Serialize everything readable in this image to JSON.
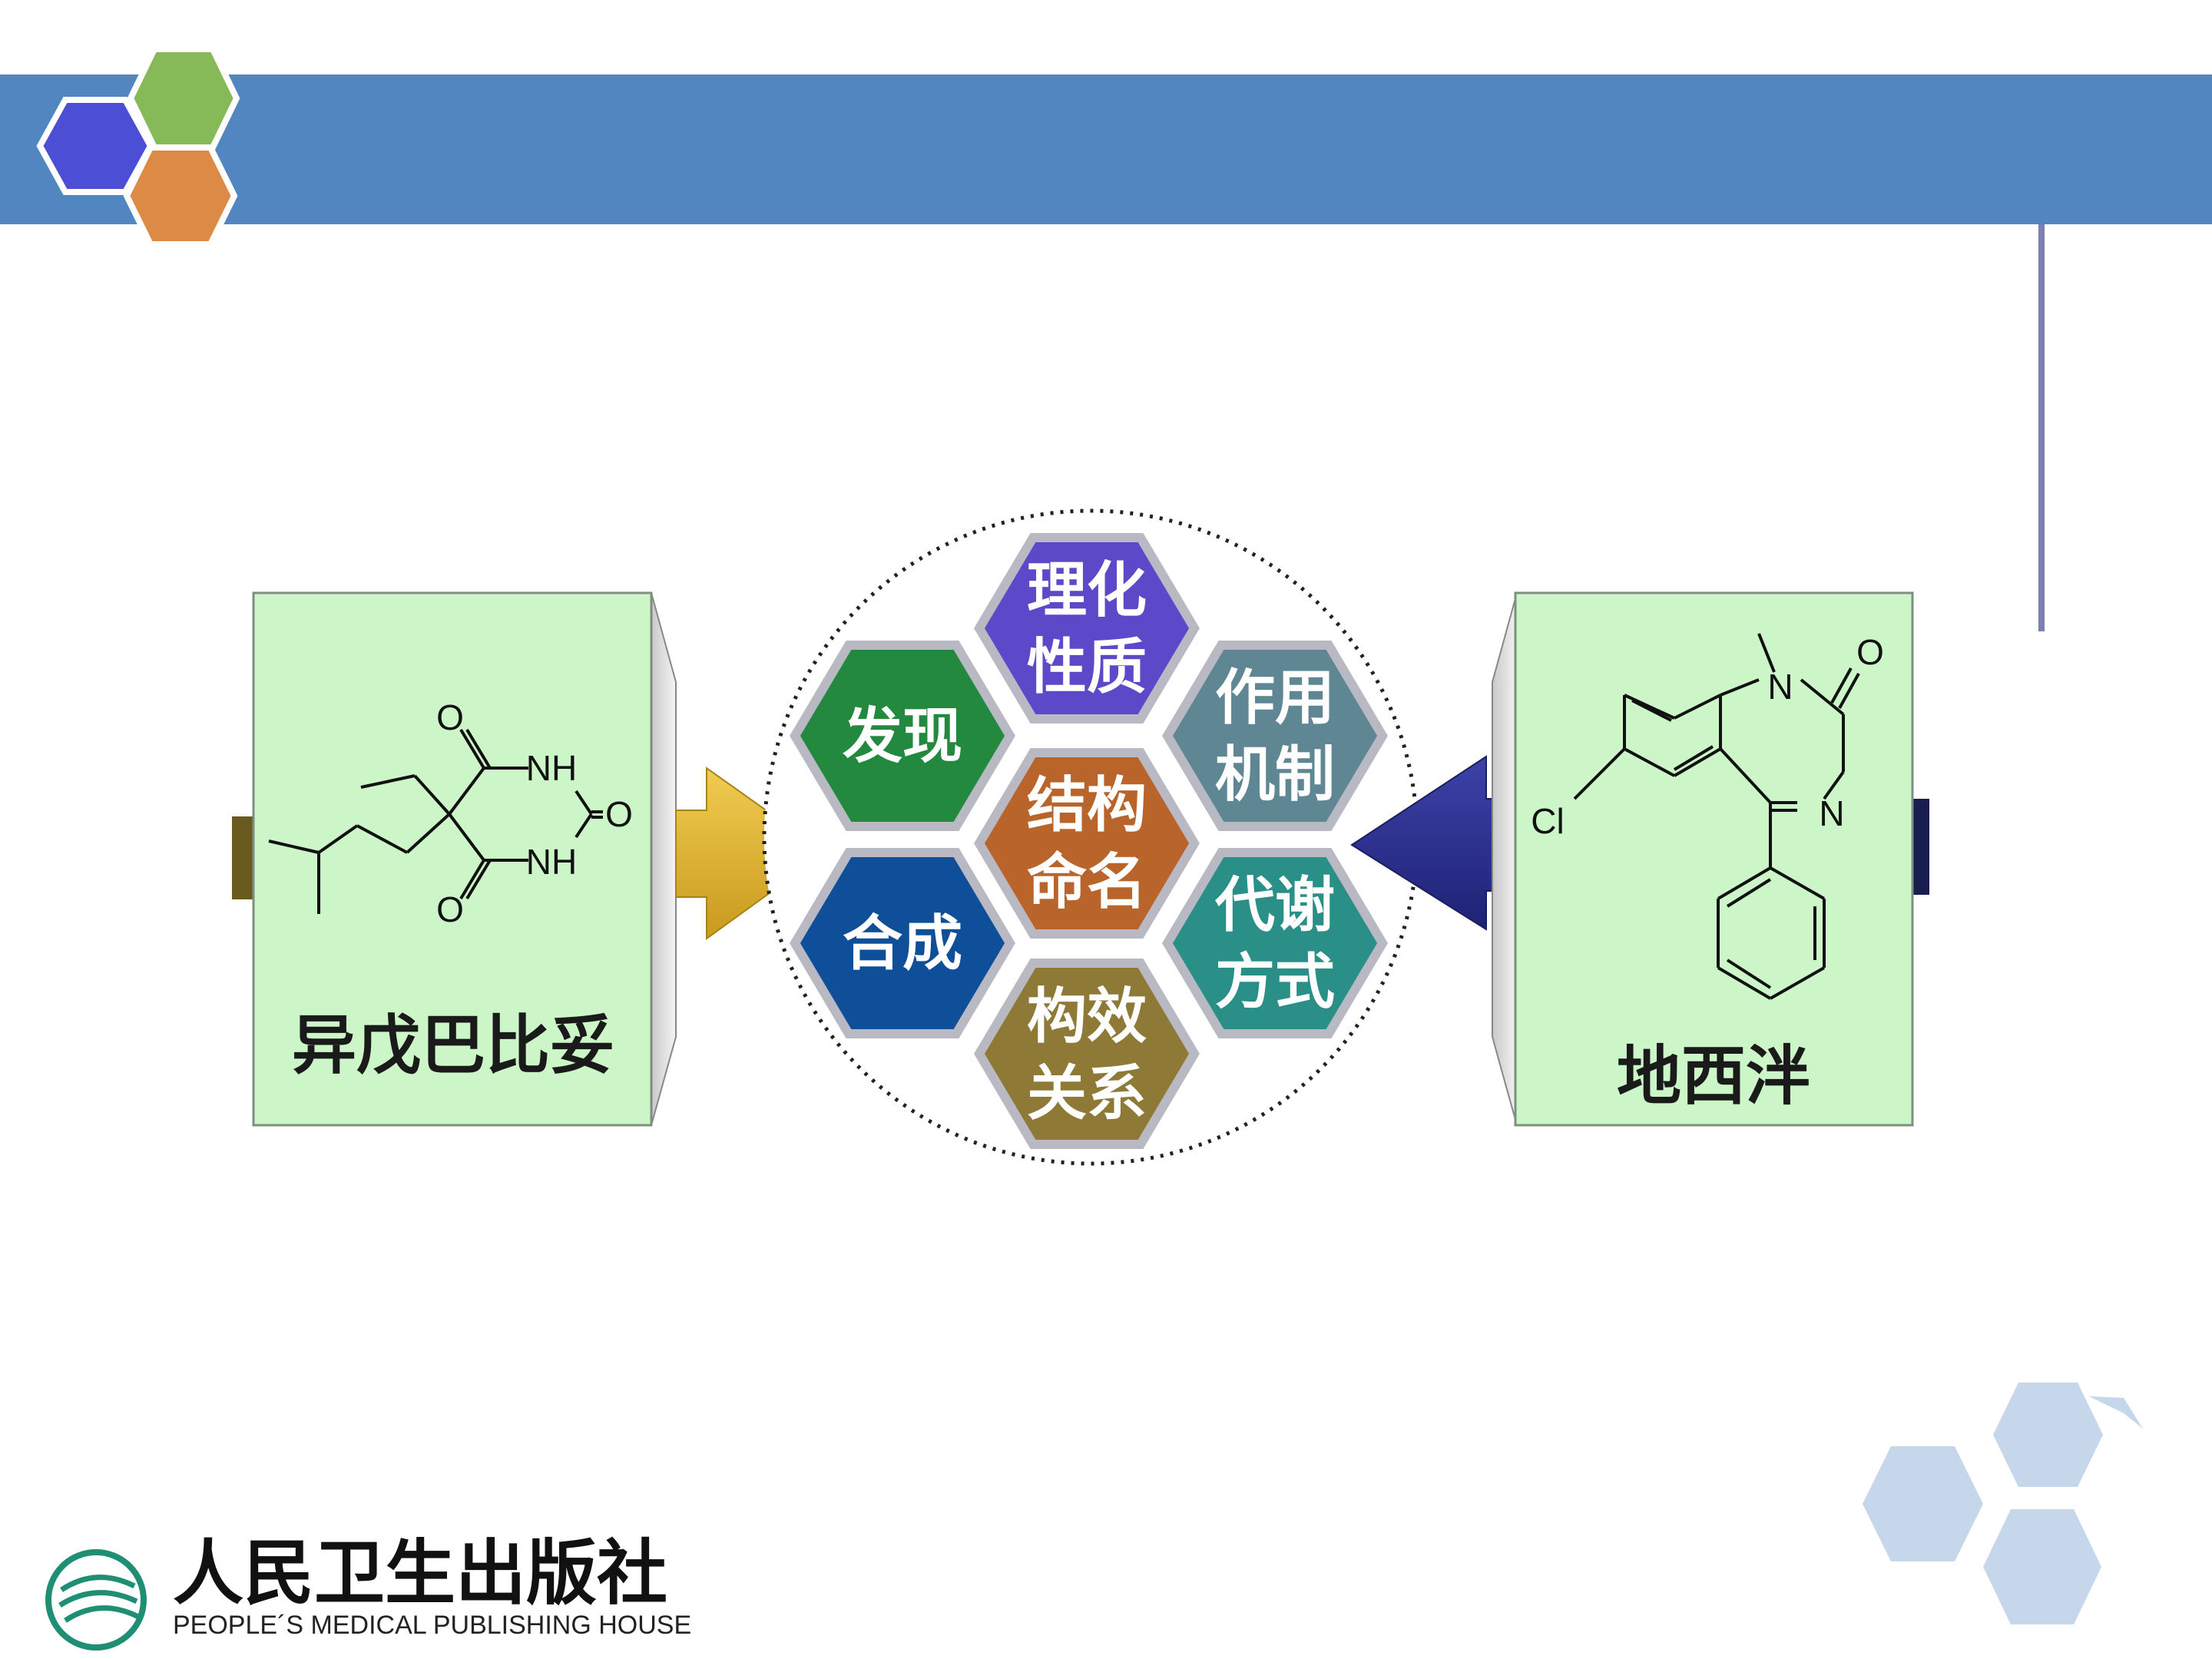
{
  "left_box": {
    "name": "异戊巴比妥",
    "atoms": [
      "O",
      "NH",
      "O",
      "NH",
      "O"
    ]
  },
  "right_box": {
    "name": "地西泮",
    "atoms": [
      "N",
      "O",
      "N",
      "Cl"
    ]
  },
  "hexagons": [
    {
      "label_line1": "理化",
      "label_line2": "性质",
      "color": "#5B49C9"
    },
    {
      "label_line1": "发现",
      "label_line2": "",
      "color": "#22893E"
    },
    {
      "label_line1": "作用",
      "label_line2": "机制",
      "color": "#5E8793"
    },
    {
      "label_line1": "结构",
      "label_line2": "命名",
      "color": "#B8642B"
    },
    {
      "label_line1": "合成",
      "label_line2": "",
      "color": "#0F4F9A"
    },
    {
      "label_line1": "代谢",
      "label_line2": "方式",
      "color": "#2A8F86"
    },
    {
      "label_line1": "构效",
      "label_line2": "关系",
      "color": "#8E7A36"
    }
  ],
  "publisher": {
    "name_cn": "人民卫生出版社",
    "name_en": "PEOPLE´S MEDICAL PUBLISHING HOUSE"
  },
  "colors": {
    "header": "#5186C1",
    "box_fill": "#CCF6C8",
    "left_arrow": "#E0B531",
    "right_arrow": "#2C3090",
    "deco_blue": "#4C4FD6",
    "deco_green": "#86B957",
    "deco_orange": "#DC8A45",
    "deco_light": "#C6D6EB"
  }
}
